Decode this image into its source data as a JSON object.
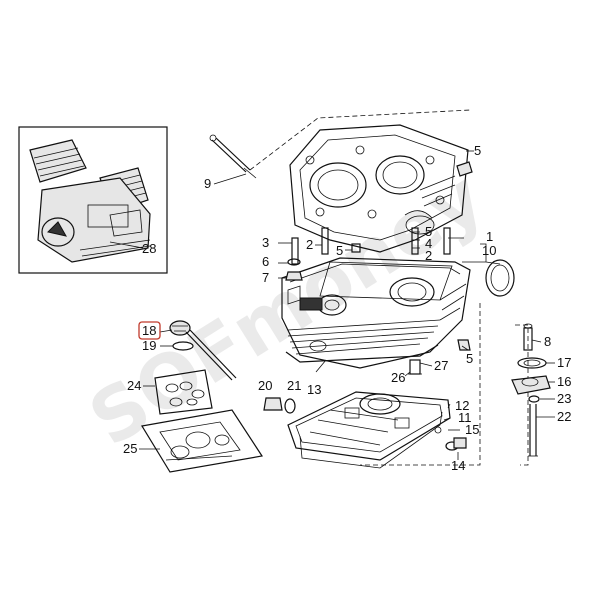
{
  "watermark": "SOFmoney",
  "highlight_color": "#c0392b",
  "highlighted_part": "18",
  "callouts": {
    "c1": "1",
    "c2a": "2",
    "c2b": "2",
    "c3": "3",
    "c4": "4",
    "c5a": "5",
    "c5b": "5",
    "c5c": "5",
    "c5d": "5",
    "c6": "6",
    "c7": "7",
    "c8": "8",
    "c9": "9",
    "c10": "10",
    "c11": "11",
    "c12": "12",
    "c13": "13",
    "c14": "14",
    "c15": "15",
    "c16": "16",
    "c17": "17",
    "c18": "18",
    "c19": "19",
    "c20": "20",
    "c21": "21",
    "c22": "22",
    "c23": "23",
    "c24": "24",
    "c25": "25",
    "c26": "26",
    "c27": "27",
    "c28": "28"
  }
}
